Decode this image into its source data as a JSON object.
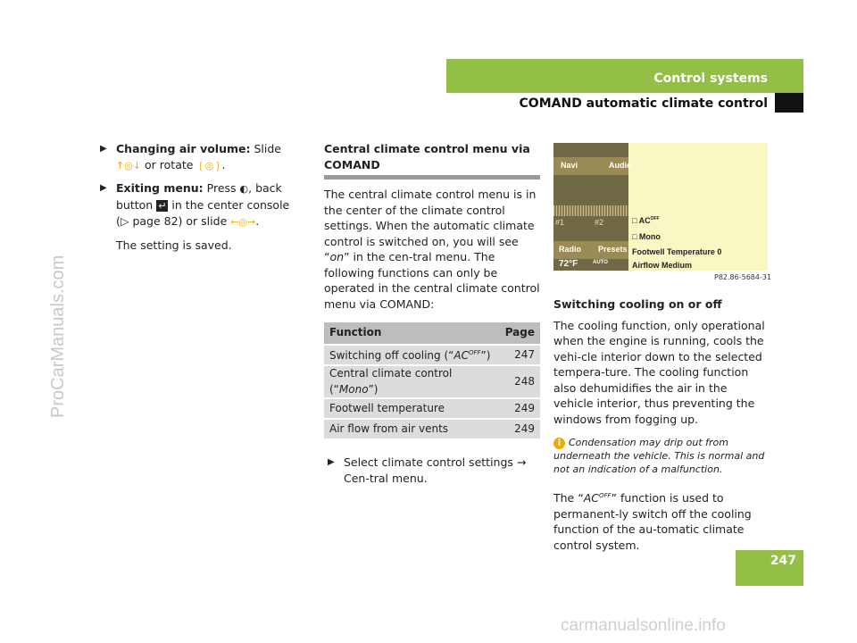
{
  "watermark_side": "ProCarManuals.com",
  "watermark_bottom": "carmanualsonline.info",
  "header": {
    "section": "Control systems",
    "subsection": "COMAND automatic climate control"
  },
  "page_number": "247",
  "col1": {
    "items": [
      {
        "label": "Changing air volume:",
        "text_a": "Slide",
        "sym_a": "↑◎↓",
        "text_b": "or rotate",
        "sym_b": "❲◎❳",
        "text_c": "."
      },
      {
        "label": "Exiting menu:",
        "text_a": "Press",
        "sym_a": "◐",
        "text_b": ", back button",
        "sym_b": "↵",
        "text_c": "in the center console (▷ page 82) or slide",
        "sym_c": "←◎→",
        "text_d": "."
      }
    ],
    "saved": "The setting is saved."
  },
  "col2": {
    "heading": "Central climate control menu via COMAND",
    "intro_a": "The central climate control menu is in the center of the climate control settings. When the automatic climate control is switched on, you will see “",
    "intro_em": "on",
    "intro_b": "” in the cen-tral menu. The following functions can only be operated in the central climate control menu via COMAND:",
    "table": {
      "headers": [
        "Function",
        "Page"
      ],
      "rows": [
        {
          "pre": "Switching off cooling (“",
          "em": "AC",
          "sup": "OFF",
          "post": "”)",
          "page": "247"
        },
        {
          "pre": "Central climate control (“",
          "em": "Mono",
          "sup": "",
          "post": "”)",
          "page": "248"
        },
        {
          "pre": "Footwell temperature",
          "em": "",
          "sup": "",
          "post": "",
          "page": "249"
        },
        {
          "pre": "Air flow from air vents",
          "em": "",
          "sup": "",
          "post": "",
          "page": "249"
        }
      ]
    },
    "instruction": "Select climate control settings → Cen-tral menu."
  },
  "screen": {
    "navi": "Navi",
    "audio": "Audio",
    "radio": "Radio",
    "presets": "Presets",
    "temp": "72°F",
    "auto": "AUTO",
    "ch1": "#1",
    "ch2": "#2",
    "item_ac": "□ AC",
    "item_ac_sup": "OFF",
    "item_mono": "□ Mono",
    "item_footwell": "Footwell Temperature  0",
    "item_airflow": "Airflow Medium",
    "fig_id": "P82.86-5684-31"
  },
  "col3": {
    "heading": "Switching cooling on or off",
    "para1": "The cooling function, only operational when the engine is running, cools the vehi-cle interior down to the selected tempera-ture. The cooling function also dehumidifies the air in the vehicle interior, thus preventing the windows from fogging up.",
    "info_icon": "i",
    "info": "Condensation may drip out from underneath the vehicle. This is normal and not an indication of a malfunction.",
    "para2_a": "The “",
    "para2_em": "AC",
    "para2_sup": "OFF",
    "para2_b": "” function is used to permanent-ly switch off the cooling function of the au-tomatic climate control system."
  },
  "colors": {
    "accent": "#92c047",
    "screen_bg": "#f9f7c3",
    "info_icon": "#f2a900"
  }
}
